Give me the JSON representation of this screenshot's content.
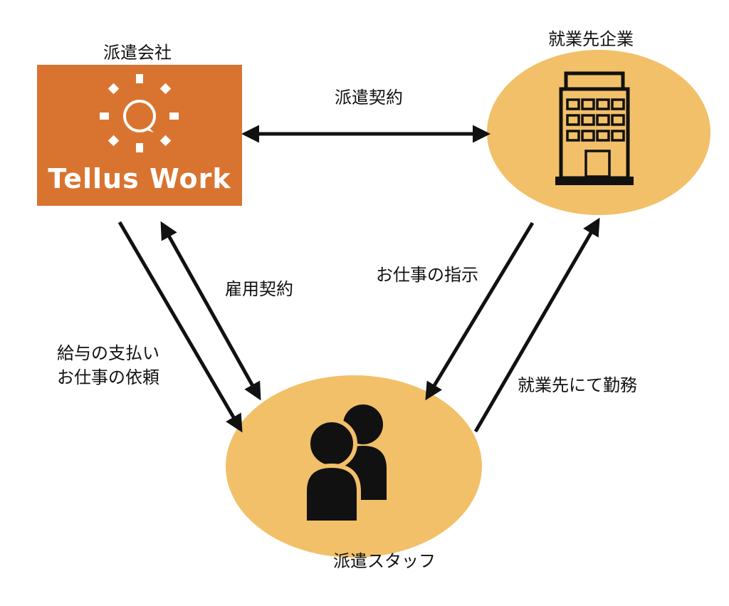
{
  "colors": {
    "agency_bg": "#D97430",
    "circle_fill": "#F2C068",
    "arrow": "#111111",
    "icon": "#111111",
    "text": "#111111"
  },
  "nodes": {
    "agency": {
      "title": "派遣会社",
      "logo_text": "Tellus Work",
      "icon": "sun-logo-icon"
    },
    "client": {
      "title": "就業先企業",
      "icon": "office-building-icon"
    },
    "staff": {
      "title": "派遣スタッフ",
      "icon": "people-icon"
    }
  },
  "edges": {
    "agency_client": "派遣契約",
    "employment": "雇用契約",
    "pay_line1": "給与の支払い",
    "pay_line2": "お仕事の依頼",
    "instruction": "お仕事の指示",
    "work_at": "就業先にて勤務"
  }
}
